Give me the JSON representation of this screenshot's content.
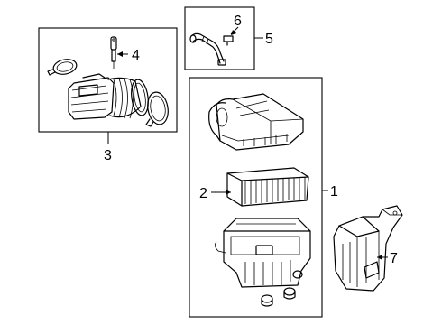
{
  "callouts": {
    "c1": "1",
    "c2": "2",
    "c3": "3",
    "c4": "4",
    "c5": "5",
    "c6": "6",
    "c7": "7"
  },
  "parts": [
    {
      "callout": "1",
      "shape": "air-cleaner-housing-assembly"
    },
    {
      "callout": "2",
      "shape": "air-filter-element"
    },
    {
      "callout": "3",
      "shape": "intake-duct-assembly"
    },
    {
      "callout": "4",
      "shape": "sensor-probe"
    },
    {
      "callout": "5",
      "shape": "hose-assembly"
    },
    {
      "callout": "6",
      "shape": "hose-clip"
    },
    {
      "callout": "7",
      "shape": "air-inlet-duct"
    }
  ]
}
